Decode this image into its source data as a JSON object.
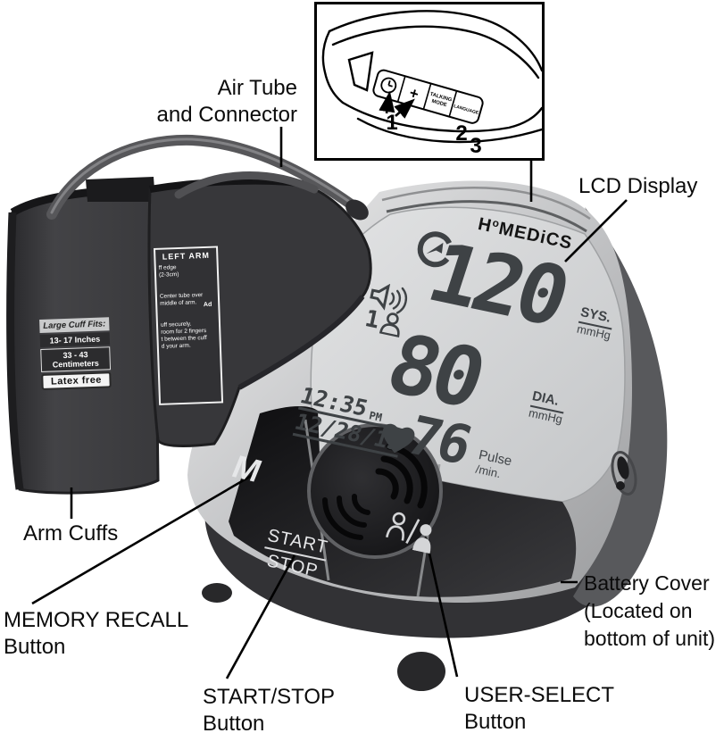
{
  "callouts": {
    "air_tube_line1": "Air Tube",
    "air_tube_line2": "and Connector",
    "lcd": "LCD Display",
    "arm_cuffs": "Arm Cuffs",
    "memory_line1": "MEMORY RECALL",
    "memory_line2": "Button",
    "start_stop_line1": "START/STOP",
    "start_stop_line2": "Button",
    "user_select_line1": "USER-SELECT",
    "user_select_line2": "Button",
    "battery_line1": "Battery Cover",
    "battery_line2": "(Located on",
    "battery_line3": "bottom of unit)"
  },
  "inset": {
    "plus": "+",
    "talking_line1": "TALKING",
    "talking_line2": "MODE",
    "language": "LANGUAGE",
    "num1": "1",
    "num2": "2",
    "num3": "3"
  },
  "cuffs": {
    "large_cuff": "Large Cuff Fits:",
    "inches": "13- 17 Inches",
    "centimeters": "33 - 43 Centimeters",
    "latex": "Latex free",
    "left_arm": "LEFT ARM",
    "inst_1": "ff edge",
    "inst_2": "(2-3cm)",
    "inst_3": "Center tube over",
    "inst_4": "middle of arm.",
    "inst_5": "uff securely.",
    "inst_6": "room for 2 fingers",
    "inst_7": "t between the cuff",
    "inst_8": "d your arm.",
    "ad_fragment": "Ad"
  },
  "device": {
    "brand_h": "H",
    "brand_o": "o",
    "brand_rest": "MEDiCS",
    "memory_button": "M",
    "start": "START",
    "stop": "STOP"
  },
  "lcd": {
    "sys_value": "120",
    "sys_label": "SYS.",
    "sys_unit": "mmHg",
    "dia_value": "80",
    "dia_label": "DIA.",
    "dia_unit": "mmHg",
    "pulse_value": "76",
    "pulse_label": "Pulse",
    "pulse_unit": "/min.",
    "time": "12:35",
    "ampm": "PM",
    "date": "12/28/13",
    "user_number": "1"
  },
  "colors": {
    "silver": "#c7c8ca",
    "lcd_panel": "#d6d7d9",
    "panel_dark": "#1e1e20",
    "digit": "#3e4245",
    "cuff": "#3d3d40",
    "label_text": "#000000"
  }
}
